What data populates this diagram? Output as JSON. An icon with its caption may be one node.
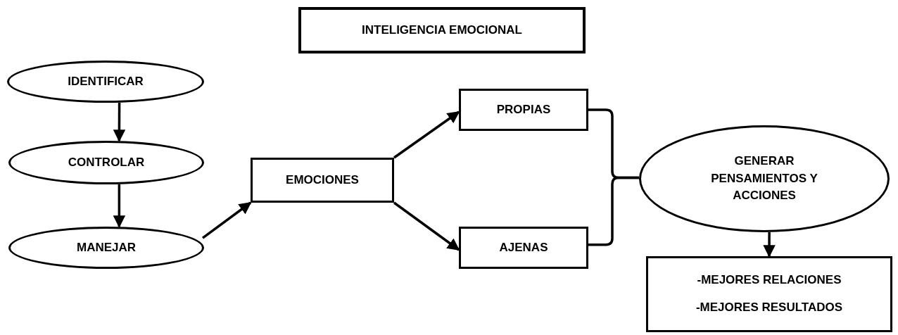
{
  "diagram": {
    "nodes": [
      {
        "text": [
          "INTELIGENCIA EMOCIONAL"
        ]
      },
      {
        "text": [
          "IDENTIFICAR"
        ]
      },
      {
        "text": [
          "CONTROLAR"
        ]
      },
      {
        "text": [
          "MANEJAR"
        ]
      },
      {
        "text": [
          "EMOCIONES"
        ]
      },
      {
        "text": [
          "PROPIAS"
        ]
      },
      {
        "text": [
          "AJENAS"
        ]
      },
      {
        "text": [
          "GENERAR PENSAMIENTOS Y ACCIONES"
        ]
      },
      {
        "text": [
          "-MEJORES RELACIONES",
          "-MEJORES RESULTADOS"
        ]
      }
    ],
    "edges": [
      {
        "from": 1,
        "to": 2,
        "arrow": "to"
      },
      {
        "from": 2,
        "to": 3,
        "arrow": "to"
      },
      {
        "from": 3,
        "to": 4,
        "arrow": "to"
      },
      {
        "from": 4,
        "to": 5,
        "arrow": "to"
      },
      {
        "from": 4,
        "to": 6,
        "arrow": "to"
      },
      {
        "from": 5,
        "to": 7,
        "arrow": "none"
      },
      {
        "from": 6,
        "to": 7,
        "arrow": "none"
      },
      {
        "from": 7,
        "to": 8,
        "arrow": "to"
      }
    ]
  }
}
